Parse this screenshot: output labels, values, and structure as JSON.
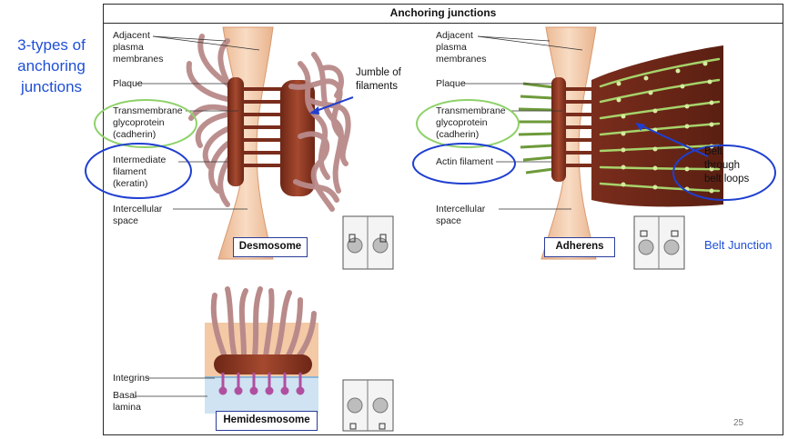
{
  "slide": {
    "title_lines": [
      "3-types of",
      "anchoring",
      "junctions"
    ],
    "page_number": "25"
  },
  "figure": {
    "header": "Anchoring junctions",
    "desmosome": {
      "labels": {
        "adjacent": [
          "Adjacent",
          "plasma",
          "membranes"
        ],
        "plaque": "Plaque",
        "transmembrane": [
          "Transmembrane",
          "glycoprotein",
          "(cadherin)"
        ],
        "intermediate": [
          "Intermediate",
          "filament",
          "(keratin)"
        ],
        "intercellular": [
          "Intercellular",
          "space"
        ]
      },
      "annotation": [
        "Jumble of",
        "filaments"
      ],
      "caption": "Desmosome"
    },
    "adherens": {
      "labels": {
        "adjacent": [
          "Adjacent",
          "plasma",
          "membranes"
        ],
        "plaque": "Plaque",
        "transmembrane": [
          "Transmembrane",
          "glycoprotein",
          "(cadherin)"
        ],
        "actin": "Actin filament",
        "intercellular": [
          "Intercellular",
          "space"
        ]
      },
      "annotation": [
        "Belt",
        "through",
        "belt loops"
      ],
      "side_label": "Belt Junction",
      "caption": "Adherens"
    },
    "hemidesmosome": {
      "labels": {
        "integrins": "Integrins",
        "basal": [
          "Basal",
          "lamina"
        ]
      },
      "caption": "Hemidesmosome"
    }
  },
  "colors": {
    "annotation_blue": "#1f3fd0",
    "annotation_green": "#8fd16a",
    "cell_membrane": "#f3c9a6",
    "plaque": "#8e3b28",
    "filament": "#b98a8a",
    "actin": "#6d9a3a",
    "integrin": "#b04fa0",
    "basal_lamina": "#bcd9ee"
  }
}
